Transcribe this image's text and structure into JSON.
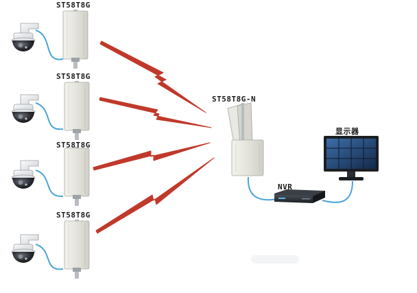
{
  "remote_units": [
    {
      "label": "ST58T8G"
    },
    {
      "label": "ST58T8G"
    },
    {
      "label": "ST58T8G"
    },
    {
      "label": "ST58T8G"
    }
  ],
  "base_station": {
    "label": "ST58T8G-N"
  },
  "recorder": {
    "label": "NVR"
  },
  "display": {
    "label": "显示器"
  },
  "colors": {
    "cable": "#4aa3d8",
    "wireless_link": "#c0392b",
    "panel": "#e6e6e0",
    "nvr_body": "#2a2f36",
    "screen": "#1d3f6e"
  },
  "icons": {
    "camera": "ptz-dome-camera-icon",
    "remote_antenna": "panel-antenna-icon",
    "base_antenna": "sector-antenna-icon",
    "recorder": "nvr-box-icon",
    "display": "monitor-icon"
  }
}
